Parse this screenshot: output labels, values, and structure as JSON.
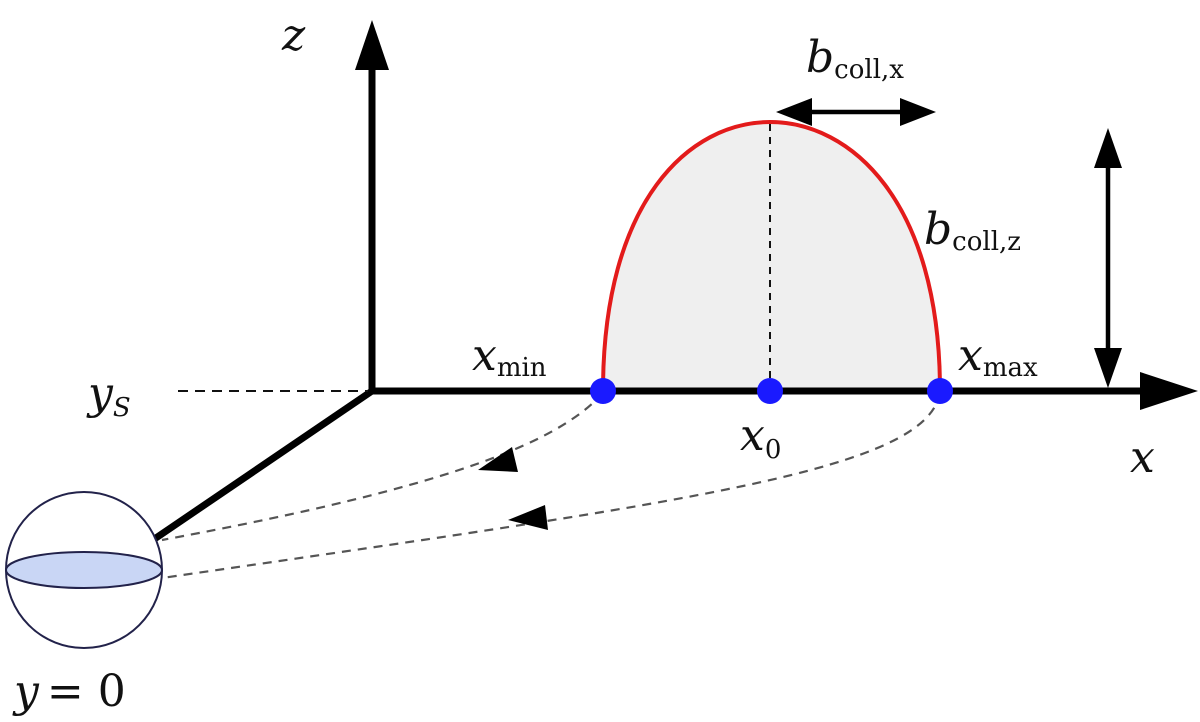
{
  "axes": {
    "z": "z",
    "x": "x",
    "y_source": "y",
    "y_source_sub": "S"
  },
  "points": {
    "x_min": {
      "base": "x",
      "sub": "min"
    },
    "x_max": {
      "base": "x",
      "sub": "max"
    },
    "x_0": {
      "base": "x",
      "sub": "0"
    }
  },
  "widths": {
    "b_x": {
      "base": "b",
      "sub": "coll,x"
    },
    "b_z": {
      "base": "b",
      "sub": "coll,z"
    }
  },
  "observer": {
    "label_var": "y",
    "label_eq": "= 0"
  },
  "colors": {
    "axis": "#000000",
    "arc": "#e31b1b",
    "arc_fill": "#efefef",
    "point": "#1a1aff",
    "sight_line": "#555555",
    "sphere_band": "#c9d6f5",
    "sphere_outline": "#22224a"
  }
}
